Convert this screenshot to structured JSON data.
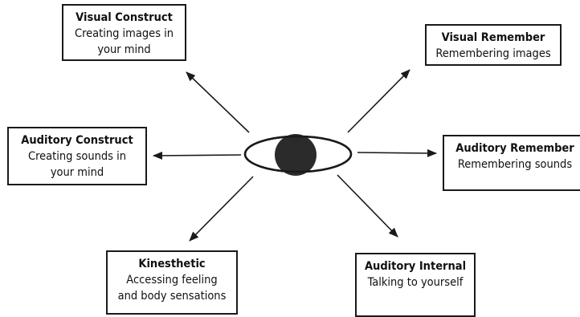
{
  "boxes": {
    "visual_construct": {
      "title": "Visual Construct",
      "desc_lines": [
        "Creating images in",
        "your mind"
      ]
    },
    "visual_remember": {
      "title": "Visual Remember",
      "desc_lines": [
        "Remembering images"
      ]
    },
    "auditory_construct": {
      "title": "Auditory Construct",
      "desc_lines": [
        "Creating sounds in",
        "your mind"
      ]
    },
    "auditory_remember": {
      "title": "Auditory Remember",
      "desc_lines": [
        "Remembering sounds"
      ]
    },
    "kinesthetic": {
      "title": "Kinesthetic",
      "desc_lines": [
        "Accessing feeling",
        "and body sensations"
      ]
    },
    "auditory_internal": {
      "title": "Auditory Internal",
      "desc_lines": [
        "Talking to yourself"
      ]
    }
  },
  "colors": {
    "ink": "#1a1a1a",
    "pupil": "#2b2b2b",
    "background": "#ffffff"
  },
  "icons": {
    "center": "eye-icon",
    "arrows": "arrow-icon"
  }
}
